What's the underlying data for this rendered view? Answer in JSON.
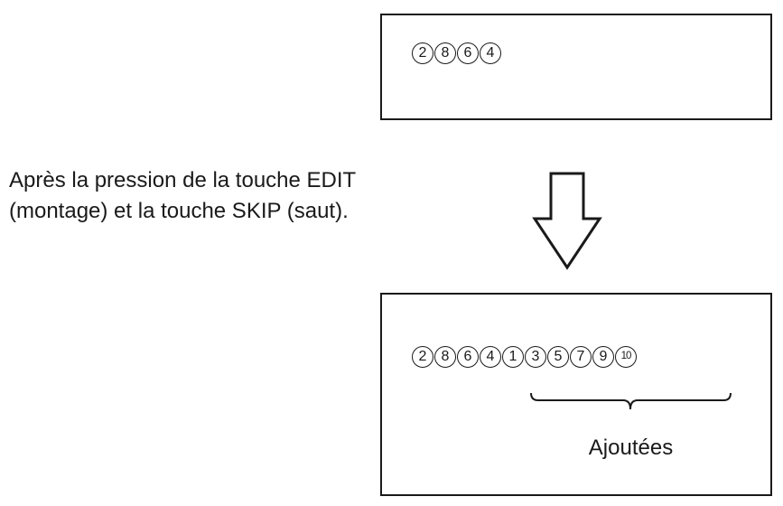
{
  "before": {
    "tracks": [
      "2",
      "8",
      "6",
      "4"
    ]
  },
  "instruction": {
    "line1": "Après la pression de la touche EDIT",
    "line2": "(montage) et la touche SKIP (saut)."
  },
  "after": {
    "tracks": [
      "2",
      "8",
      "6",
      "4",
      "1",
      "3",
      "5",
      "7",
      "9",
      "10"
    ],
    "added_label": "Ajoutées"
  }
}
